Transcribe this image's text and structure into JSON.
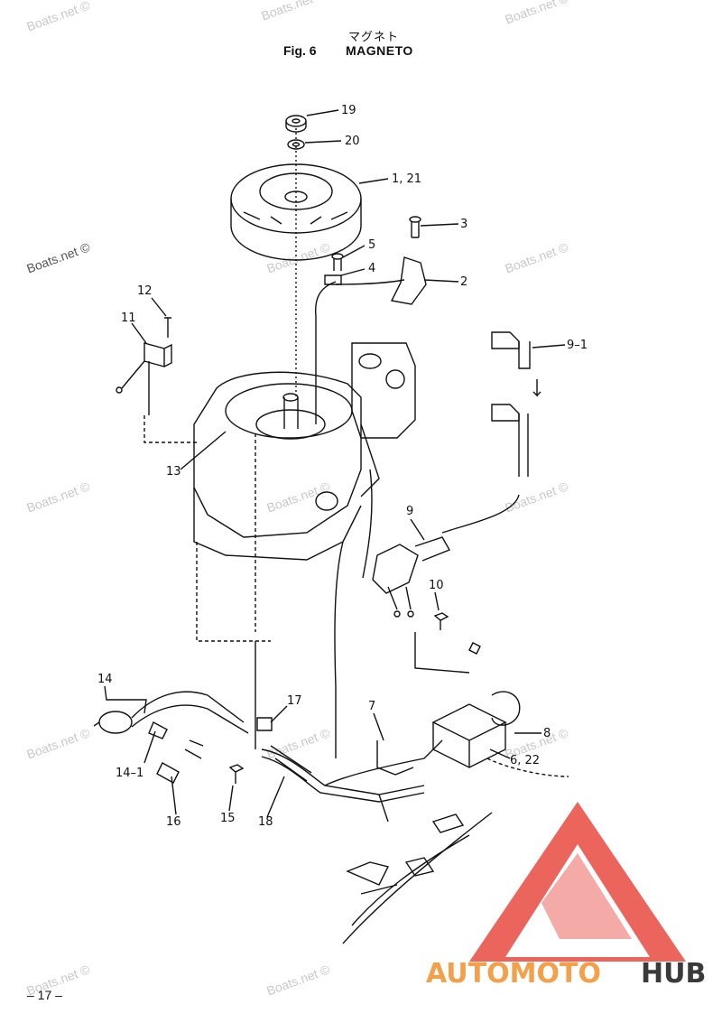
{
  "header": {
    "japanese_title": "マグネト",
    "fig_label": "Fig. 6",
    "title": "MAGNETO"
  },
  "page_number": "– 17 –",
  "watermark": "Boats.net ©",
  "callouts": {
    "c19": "19",
    "c20": "20",
    "c1_21": "1, 21",
    "c3": "3",
    "c5": "5",
    "c4": "4",
    "c2": "2",
    "c12": "12",
    "c11": "11",
    "c9_1": "9–1",
    "c13": "13",
    "c9": "9",
    "c10": "10",
    "c14": "14",
    "c17": "17",
    "c7": "7",
    "c8": "8",
    "c6_22": "6, 22",
    "c14_1": "14–1",
    "c16": "16",
    "c15": "15",
    "c18": "18"
  },
  "logo": {
    "part1": "AUTOMOTO",
    "part2": "HUB",
    "color_primary": "#f2a14a",
    "color_secondary": "#3a3a3a",
    "triangle_color": "#e8443a"
  }
}
